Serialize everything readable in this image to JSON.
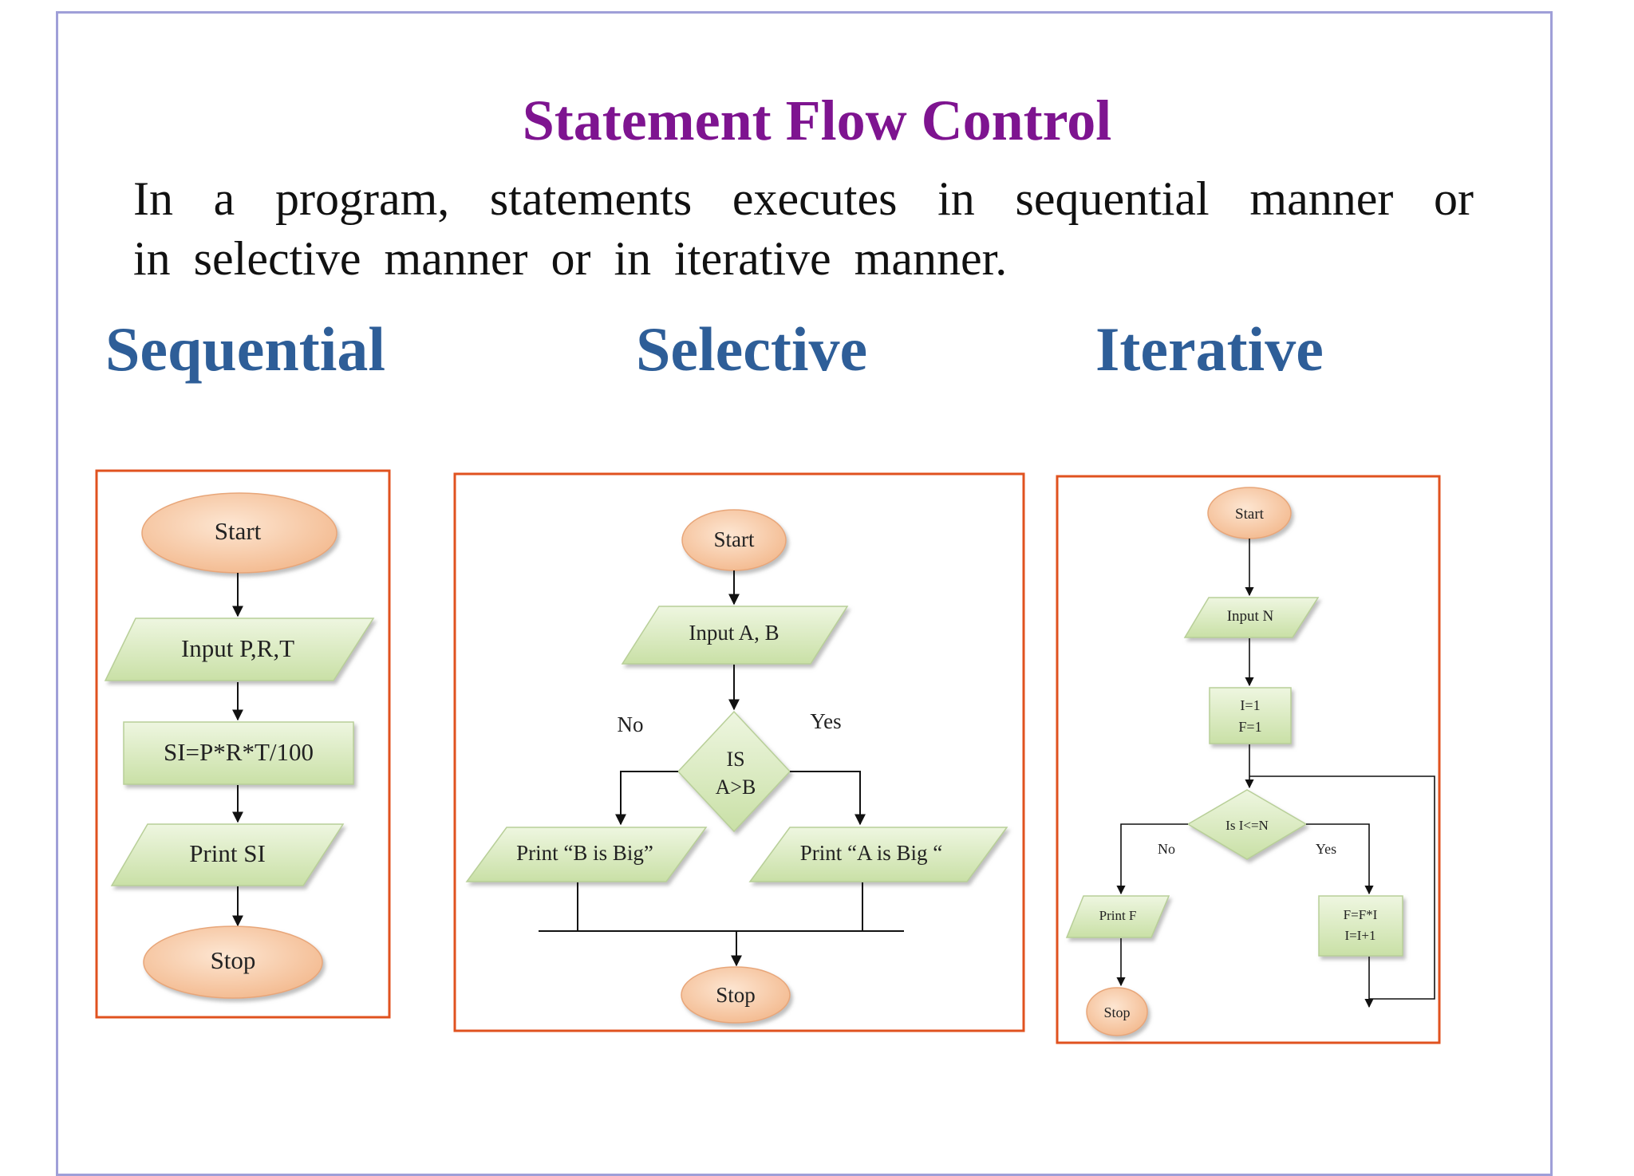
{
  "title": "Statement Flow Control",
  "body": {
    "line1": "In a program, statements executes in sequential manner or",
    "line2": "in selective manner or in iterative manner."
  },
  "headings": {
    "sequential": "Sequential",
    "selective": "Selective",
    "iterative": "Iterative"
  },
  "colors": {
    "title": "#7e1490",
    "heading": "#2e5e98",
    "frame": "#e0521f",
    "terminal_fill": "#f6c9a6",
    "process_fill": "#d6e8b8",
    "slide_border": "#9f9fd8"
  },
  "sequential": {
    "start": "Start",
    "input": "Input P,R,T",
    "process": "SI=P*R*T/100",
    "print": "Print SI",
    "stop": "Stop"
  },
  "selective": {
    "start": "Start",
    "input": "Input  A, B",
    "decision_line1": "IS",
    "decision_line2": "A>B",
    "no": "No",
    "yes": "Yes",
    "print_b": "Print “B is Big”",
    "print_a": "Print “A is Big “",
    "stop": "Stop"
  },
  "iterative": {
    "start": "Start",
    "input": "Input N",
    "init_line1": "I=1",
    "init_line2": "F=1",
    "decision": "Is I<=N",
    "no": "No",
    "yes": "Yes",
    "print": "Print F",
    "update_line1": "F=F*I",
    "update_line2": "I=I+1",
    "stop": "Stop"
  }
}
